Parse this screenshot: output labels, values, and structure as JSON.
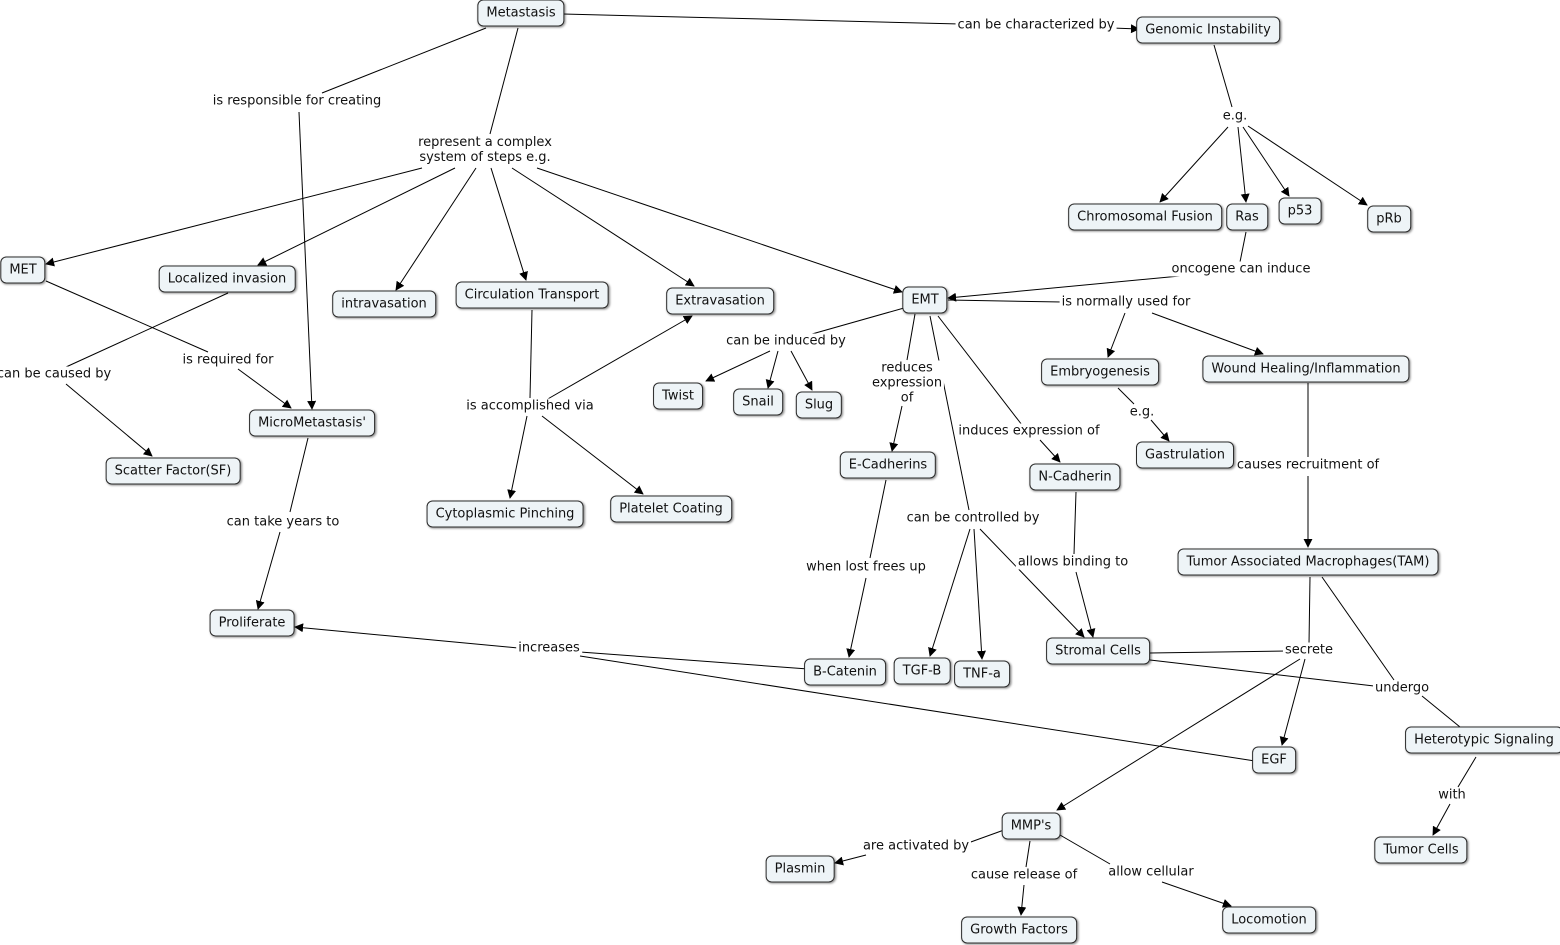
{
  "nodes": {
    "metastasis": "Metastasis",
    "genomic_instability": "Genomic Instability",
    "chromosomal_fusion": "Chromosomal Fusion",
    "ras": "Ras",
    "p53": "p53",
    "prb": "pRb",
    "met": "MET",
    "localized_invasion": "Localized invasion",
    "intravasation": "intravasation",
    "circulation_transport": "Circulation Transport",
    "extravasation": "Extravasation",
    "emt": "EMT",
    "micrometastasis": "MicroMetastasis'",
    "scatter_factor": "Scatter Factor(SF)",
    "twist": "Twist",
    "snail": "Snail",
    "slug": "Slug",
    "embryogenesis": "Embryogenesis",
    "wound_healing": "Wound Healing/Inflammation",
    "gastrulation": "Gastrulation",
    "e_cadherins": "E-Cadherins",
    "n_cadherin": "N-Cadherin",
    "cytoplasmic_pinching": "Cytoplasmic Pinching",
    "platelet_coating": "Platelet Coating",
    "tam": "Tumor Associated Macrophages(TAM)",
    "proliferate": "Proliferate",
    "b_catenin": "B-Catenin",
    "tgf_b": "TGF-B",
    "tnf_a": "TNF-a",
    "stromal_cells": "Stromal Cells",
    "egf": "EGF",
    "heterotypic_signaling": "Heterotypic Signaling",
    "mmps": "MMP's",
    "plasmin": "Plasmin",
    "tumor_cells": "Tumor Cells",
    "growth_factors": "Growth Factors",
    "locomotion": "Locomotion"
  },
  "labels": {
    "can_be_characterized_by": "can be characterized by",
    "eg_genomic": "e.g.",
    "is_responsible_for_creating": "is responsible for creating",
    "represent_complex": "represent a complex\nsystem of steps e.g.",
    "oncogene_can_induce": "oncogene can induce",
    "is_normally_used_for": "is normally used for",
    "can_be_induced_by": "can be induced by",
    "reduces_expression_of": "reduces\nexpression\nof",
    "is_required_for": "is required for",
    "can_be_caused_by": "can be caused by",
    "is_accomplished_via": "is accomplished via",
    "eg_embryo": "e.g.",
    "induces_expression_of": "induces expression of",
    "causes_recruitment_of": "causes recruitment of",
    "can_take_years_to": "can take years to",
    "can_be_controlled_by": "can be controlled by",
    "when_lost_frees_up": "when lost frees up",
    "allows_binding_to": "allows binding to",
    "increases": "increases",
    "secrete": "secrete",
    "undergo": "undergo",
    "with": "with",
    "are_activated_by": "are activated by",
    "cause_release_of": "cause release of",
    "allow_cellular": "allow cellular"
  }
}
